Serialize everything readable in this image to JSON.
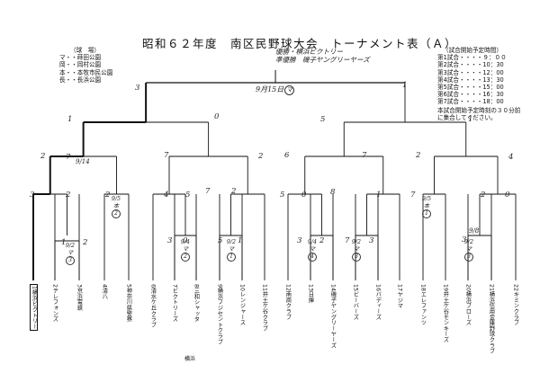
{
  "title": "昭和６２年度　南区民野球大会　トーナメント表（Ａ）",
  "venues": {
    "header": "（球　場）",
    "items": [
      "マ・・蒔田公園",
      "岡・・岡村公園",
      "本・・本牧市民公園",
      "長・・長浜公園"
    ]
  },
  "schedule": {
    "header": "（試合開始予定時間）",
    "items": [
      "第1試合・・・・９：００",
      "第2試合・・・・10：30",
      "第3試合・・・・12：00",
      "第4試合・・・・13：30",
      "第5試合・・・・15：00",
      "第6試合・・・・16：30",
      "第7試合・・・・18：00"
    ],
    "note": [
      "本試合開始予定時刻の３０分前",
      "に集合してください。"
    ]
  },
  "handwriting": {
    "winner": "優勝・横浜ビクトリー",
    "runner_up": "準優勝　磯子ヤングリーヤーズ",
    "final_date": "9月15日",
    "final_circle": "マ"
  },
  "teams": [
    {
      "no": "1",
      "name": "横浜ビクトリー"
    },
    {
      "no": "2",
      "name": "テレフォンズ"
    },
    {
      "no": "3",
      "name": "京浜電鉄"
    },
    {
      "no": "4",
      "name": "清八"
    },
    {
      "no": "5",
      "name": "神奈川県警察"
    },
    {
      "no": "6",
      "name": "清水ケ丘クラブ"
    },
    {
      "no": "7",
      "name": "ビクトリーズ"
    },
    {
      "no": "8",
      "name": "三和シャッタ"
    },
    {
      "no": "9",
      "name": "横浜フジセントクラブ"
    },
    {
      "no": "10",
      "name": "レンジャース"
    },
    {
      "no": "11",
      "name": "井土ケ谷クラブ"
    },
    {
      "no": "12",
      "name": "南商クラブ"
    },
    {
      "no": "13",
      "name": "日揮"
    },
    {
      "no": "14",
      "name": "磯子ヤングリーヤーズ"
    },
    {
      "no": "15",
      "name": "ビーバーズ"
    },
    {
      "no": "16",
      "name": "バディーズ"
    },
    {
      "no": "17",
      "name": "ヤジマ"
    },
    {
      "no": "18",
      "name": "エレファンツ"
    },
    {
      "no": "19",
      "name": "井土ケ谷モンキーズ"
    },
    {
      "no": "20",
      "name": "横浜ブローズ"
    },
    {
      "no": "21",
      "name": "横浜信用金庫野球クラブ"
    },
    {
      "no": "22",
      "name": "キミンクラブ"
    }
  ],
  "team8_extra": "横浜",
  "scores": [
    "3",
    "1",
    "1",
    "0",
    "5",
    "1",
    "2",
    "7",
    "7",
    "2",
    "6",
    "7",
    "2",
    "4",
    "3",
    "2",
    "2",
    "4",
    "5",
    "7",
    "2",
    "5",
    "0",
    "8",
    "1",
    "7",
    "2",
    "0",
    "1",
    "2",
    "3",
    "0",
    "5",
    "1",
    "3",
    "2",
    "7",
    "3",
    "3"
  ],
  "match_notes": [
    {
      "label": "9/5本",
      "circle": "2"
    },
    {
      "label": "9/2マ",
      "circle": "3"
    },
    {
      "label": "9/4マ",
      "circle": "2"
    },
    {
      "label": "9/2マ",
      "circle": "1"
    },
    {
      "label": "9/4マ",
      "circle": "4"
    },
    {
      "label": "9/2マ",
      "circle": "3"
    },
    {
      "label": "9/5本",
      "circle": "1"
    },
    {
      "label": "9/2マ",
      "circle": "3"
    }
  ],
  "misc": {
    "note_a": "9/14",
    "note_b": "9/8"
  }
}
